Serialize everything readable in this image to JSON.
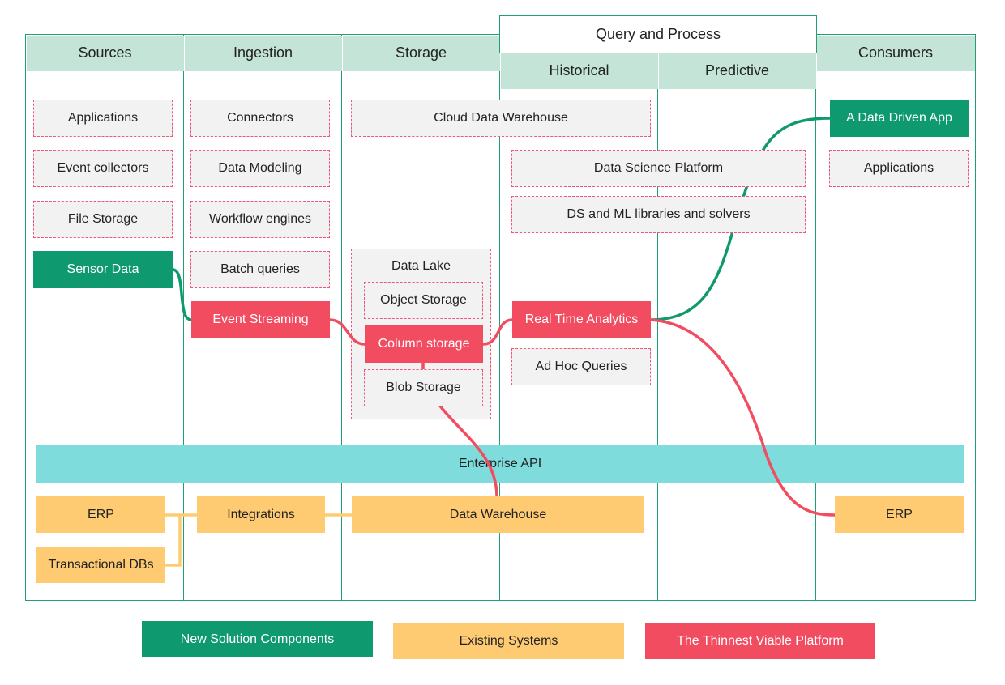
{
  "columns": {
    "sources": "Sources",
    "ingestion": "Ingestion",
    "storage": "Storage",
    "query": "Query and Process",
    "historical": "Historical",
    "predictive": "Predictive",
    "consumers": "Consumers"
  },
  "sources": {
    "applications": "Applications",
    "event_collectors": "Event collectors",
    "file_storage": "File Storage",
    "sensor_data": "Sensor Data"
  },
  "ingestion": {
    "connectors": "Connectors",
    "data_modeling": "Data Modeling",
    "workflow_engines": "Workflow engines",
    "batch_queries": "Batch queries",
    "event_streaming": "Event Streaming"
  },
  "storage": {
    "cloud_data_warehouse": "Cloud Data Warehouse",
    "data_lake": "Data Lake",
    "object_storage": "Object Storage",
    "column_storage": "Column storage",
    "blob_storage": "Blob Storage"
  },
  "process": {
    "data_science_platform": "Data Science Platform",
    "ds_ml_libraries": "DS and ML libraries and solvers",
    "real_time_analytics": "Real Time Analytics",
    "ad_hoc_queries": "Ad Hoc Queries"
  },
  "consumers": {
    "data_driven_app": "A Data Driven App",
    "applications": "Applications",
    "erp": "ERP"
  },
  "enterprise_api": "Enterprise API",
  "existing": {
    "erp": "ERP",
    "transactional_dbs": "Transactional DBs",
    "integrations": "Integrations",
    "data_warehouse": "Data Warehouse"
  },
  "legend": {
    "new": "New Solution Components",
    "existing": "Existing Systems",
    "thinnest": "The Thinnest Viable Platform"
  },
  "colors": {
    "column_border": "#1f9e78",
    "header_fill": "#c3e4d6",
    "new_component": "#0e9a6e",
    "existing_system": "#fecb72",
    "thinnest_platform": "#f24c61",
    "enterprise_api": "#7fdcdc",
    "dashed_border": "#f0557a"
  }
}
